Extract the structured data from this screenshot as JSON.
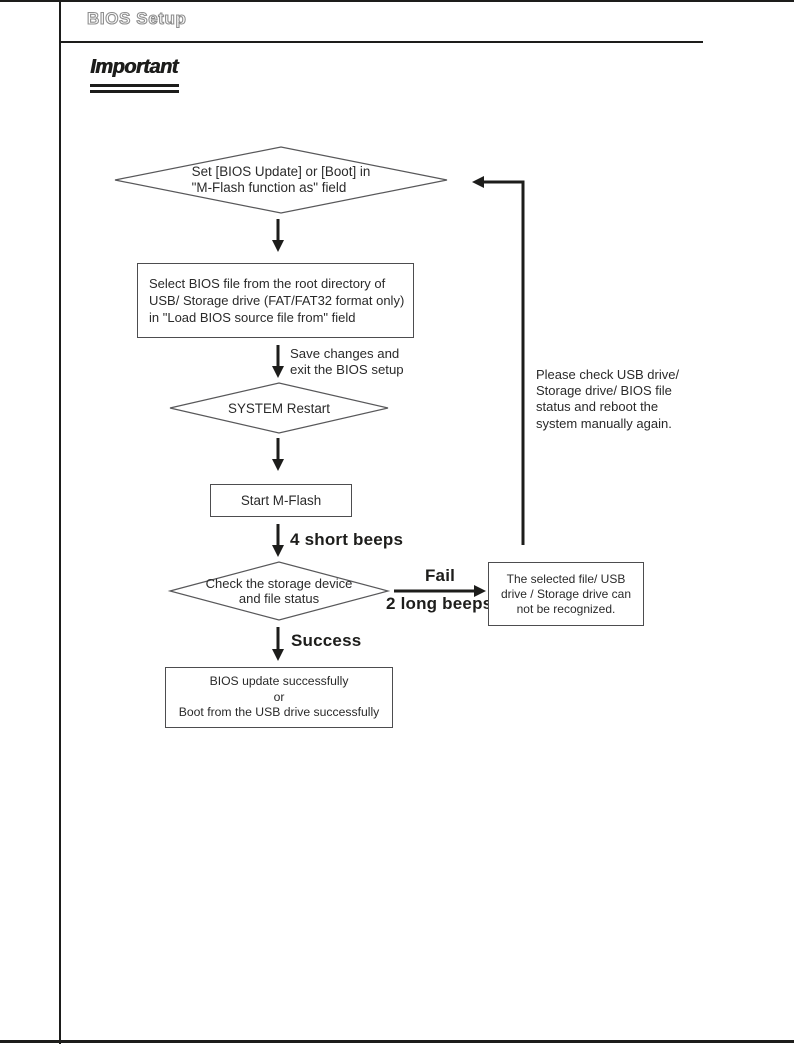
{
  "page": {
    "header_title": "BIOS Setup",
    "important_label": "Important"
  },
  "flowchart": {
    "start_diamond": "Set [BIOS Update] or [Boot] in\n\"M-Flash function as\" field",
    "select_file_box": "Select BIOS file from the root directory of\nUSB/ Storage drive (FAT/FAT32 format only)\nin \"Load BIOS source file from\" field",
    "save_exit_label": "Save changes and\nexit the BIOS setup",
    "system_restart_diamond": "SYSTEM Restart",
    "start_mflash_box": "Start M-Flash",
    "four_short_beeps_label": "4 short beeps",
    "check_storage_diamond": "Check the storage device\nand file status",
    "fail_label": "Fail",
    "two_long_beeps_label": "2 long beeps",
    "not_recognized_box": "The selected file/ USB\ndrive / Storage drive can\nnot be recognized.",
    "success_label": "Success",
    "result_box": "BIOS update successfully\nor\nBoot from the USB drive successfully",
    "reboot_note": "Please check USB drive/\nStorage drive/ BIOS file\nstatus and reboot the\nsystem manually again."
  },
  "colors": {
    "line_black": "#1d1d1b",
    "shape_stroke": "#58585a",
    "text": "#2a2a2a",
    "header_outline": "#8f8f8f"
  }
}
